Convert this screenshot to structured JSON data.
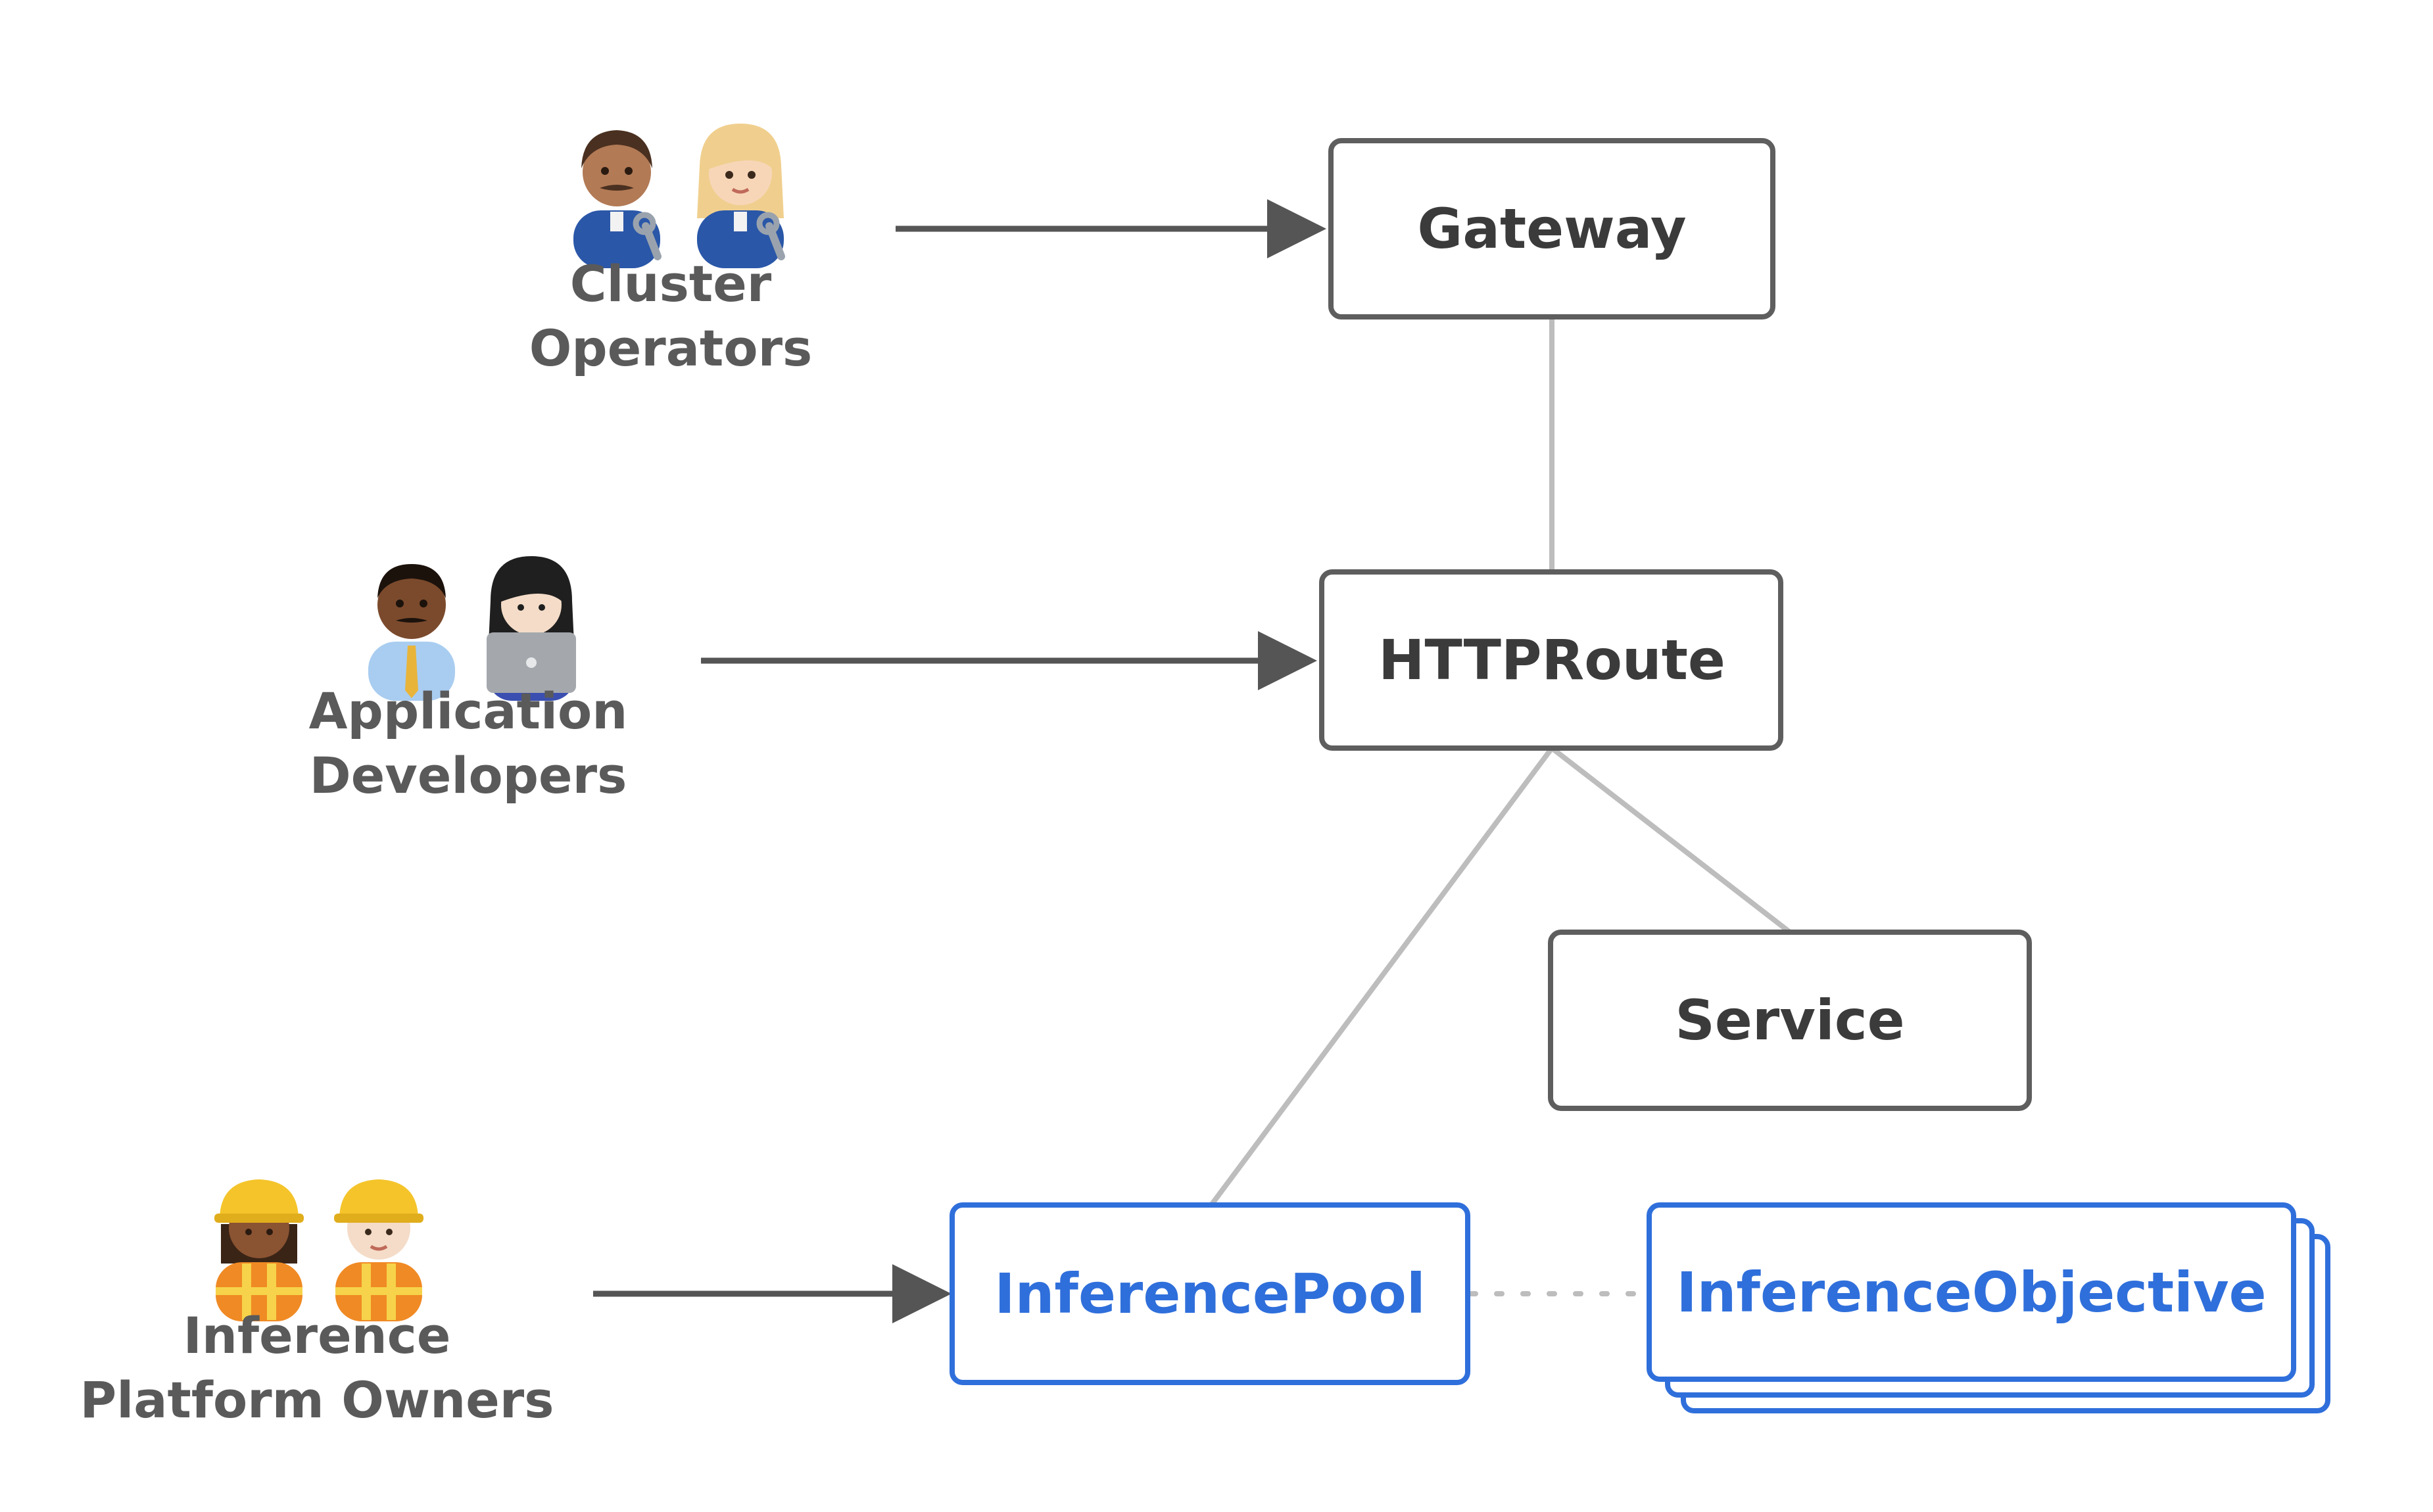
{
  "roles": {
    "cluster_operators": {
      "line1": "Cluster",
      "line2": "Operators"
    },
    "application_developers": {
      "line1": "Application",
      "line2": "Developers"
    },
    "platform_owners": {
      "line1": "Inference",
      "line2": "Platform Owners"
    }
  },
  "nodes": {
    "gateway": "Gateway",
    "httproute": "HTTPRoute",
    "service": "Service",
    "inference_pool": "InferencePool",
    "inference_objective": "InferenceObjective"
  },
  "colors": {
    "box_border": "#5e5e5e",
    "box_text": "#3b3b3b",
    "accent_blue": "#2f6fdb",
    "connector": "#bdbdbd",
    "arrow": "#555555",
    "role_text": "#5a5a5a"
  },
  "icons": [
    "mechanic-man-icon",
    "mechanic-woman-icon",
    "technologist-man-icon",
    "technologist-woman-laptop-icon",
    "construction-worker-woman-icon",
    "construction-worker-man-icon"
  ]
}
